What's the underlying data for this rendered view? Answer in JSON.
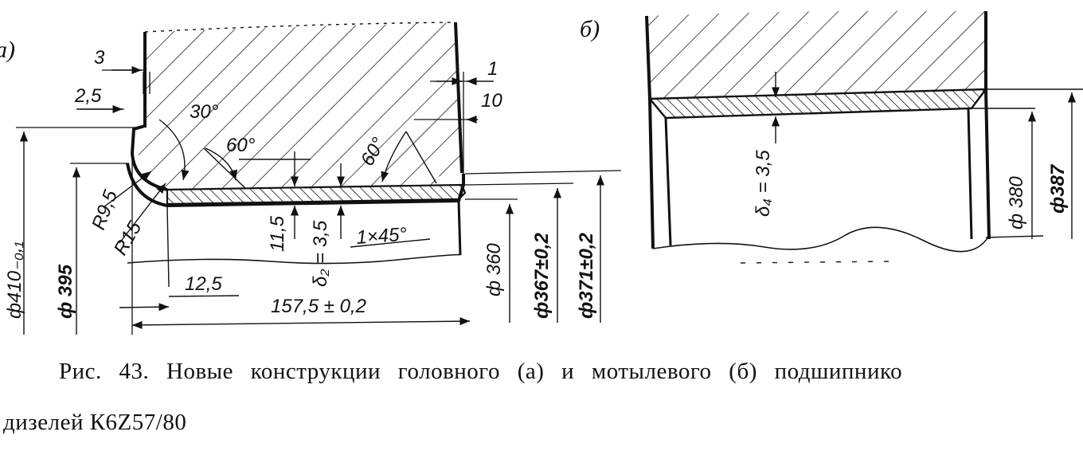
{
  "figure_a": {
    "label": "а)",
    "dims": {
      "d3": "3",
      "d2_5": "2,5",
      "a30": "30°",
      "a60_left": "60°",
      "a60_right": "60°",
      "d1": "1",
      "d10": "10",
      "d410": "ф410₋₀,₁",
      "d395": "ф 395",
      "r9_5": "R9,5",
      "r15": "R15",
      "d11_5": "11,5",
      "delta2": "δ₂ = 3,5",
      "chamfer": "1×45°",
      "d12_5": "12,5",
      "d157_5": "157,5 ± 0,2",
      "d360": "ф 360",
      "d367": "ф367±0,2",
      "d371": "ф371±0,2"
    }
  },
  "figure_b": {
    "label": "б)",
    "dims": {
      "delta4": "δ₄ = 3,5",
      "d380": "ф 380",
      "d387": "ф387"
    }
  },
  "caption": {
    "line1": "Рис. 43. Новые конструкции головного (а) и мотылевого (б) подшипнико",
    "line2": "дизелей К6Z57/80"
  }
}
